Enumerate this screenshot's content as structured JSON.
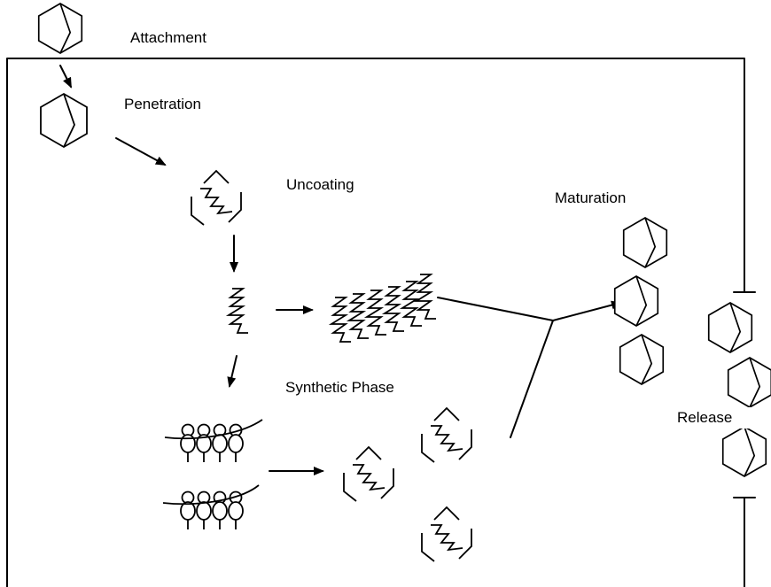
{
  "labels": {
    "attachment": "Attachment",
    "penetration": "Penetration",
    "uncoating": "Uncoating",
    "maturation": "Maturation",
    "synthetic_phase": "Synthetic Phase",
    "release": "Release"
  },
  "icons": {
    "virion": "hexagon-virion-icon",
    "open_capsid": "open-capsid-with-genome-icon",
    "genome": "zigzag-genome-icon",
    "ribosome": "polyribosome-icon"
  },
  "colors": {
    "stroke": "#000000",
    "background": "#ffffff"
  }
}
